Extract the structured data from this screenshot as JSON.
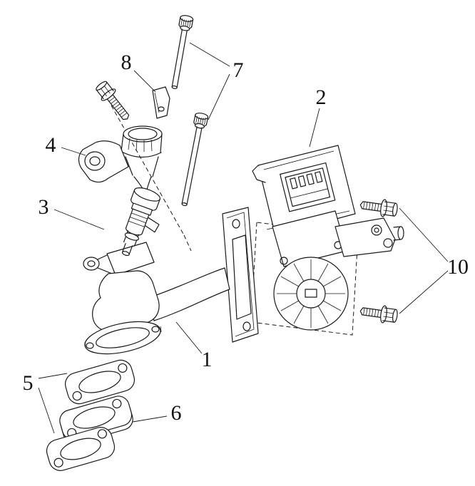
{
  "diagram": {
    "type": "exploded-parts-diagram",
    "background_color": "#ffffff",
    "line_color": "#1a1a1a",
    "callouts": [
      {
        "label": "1"
      },
      {
        "label": "2"
      },
      {
        "label": "3"
      },
      {
        "label": "4"
      },
      {
        "label": "5"
      },
      {
        "label": "6"
      },
      {
        "label": "7"
      },
      {
        "label": "8"
      },
      {
        "label": "10"
      }
    ]
  }
}
